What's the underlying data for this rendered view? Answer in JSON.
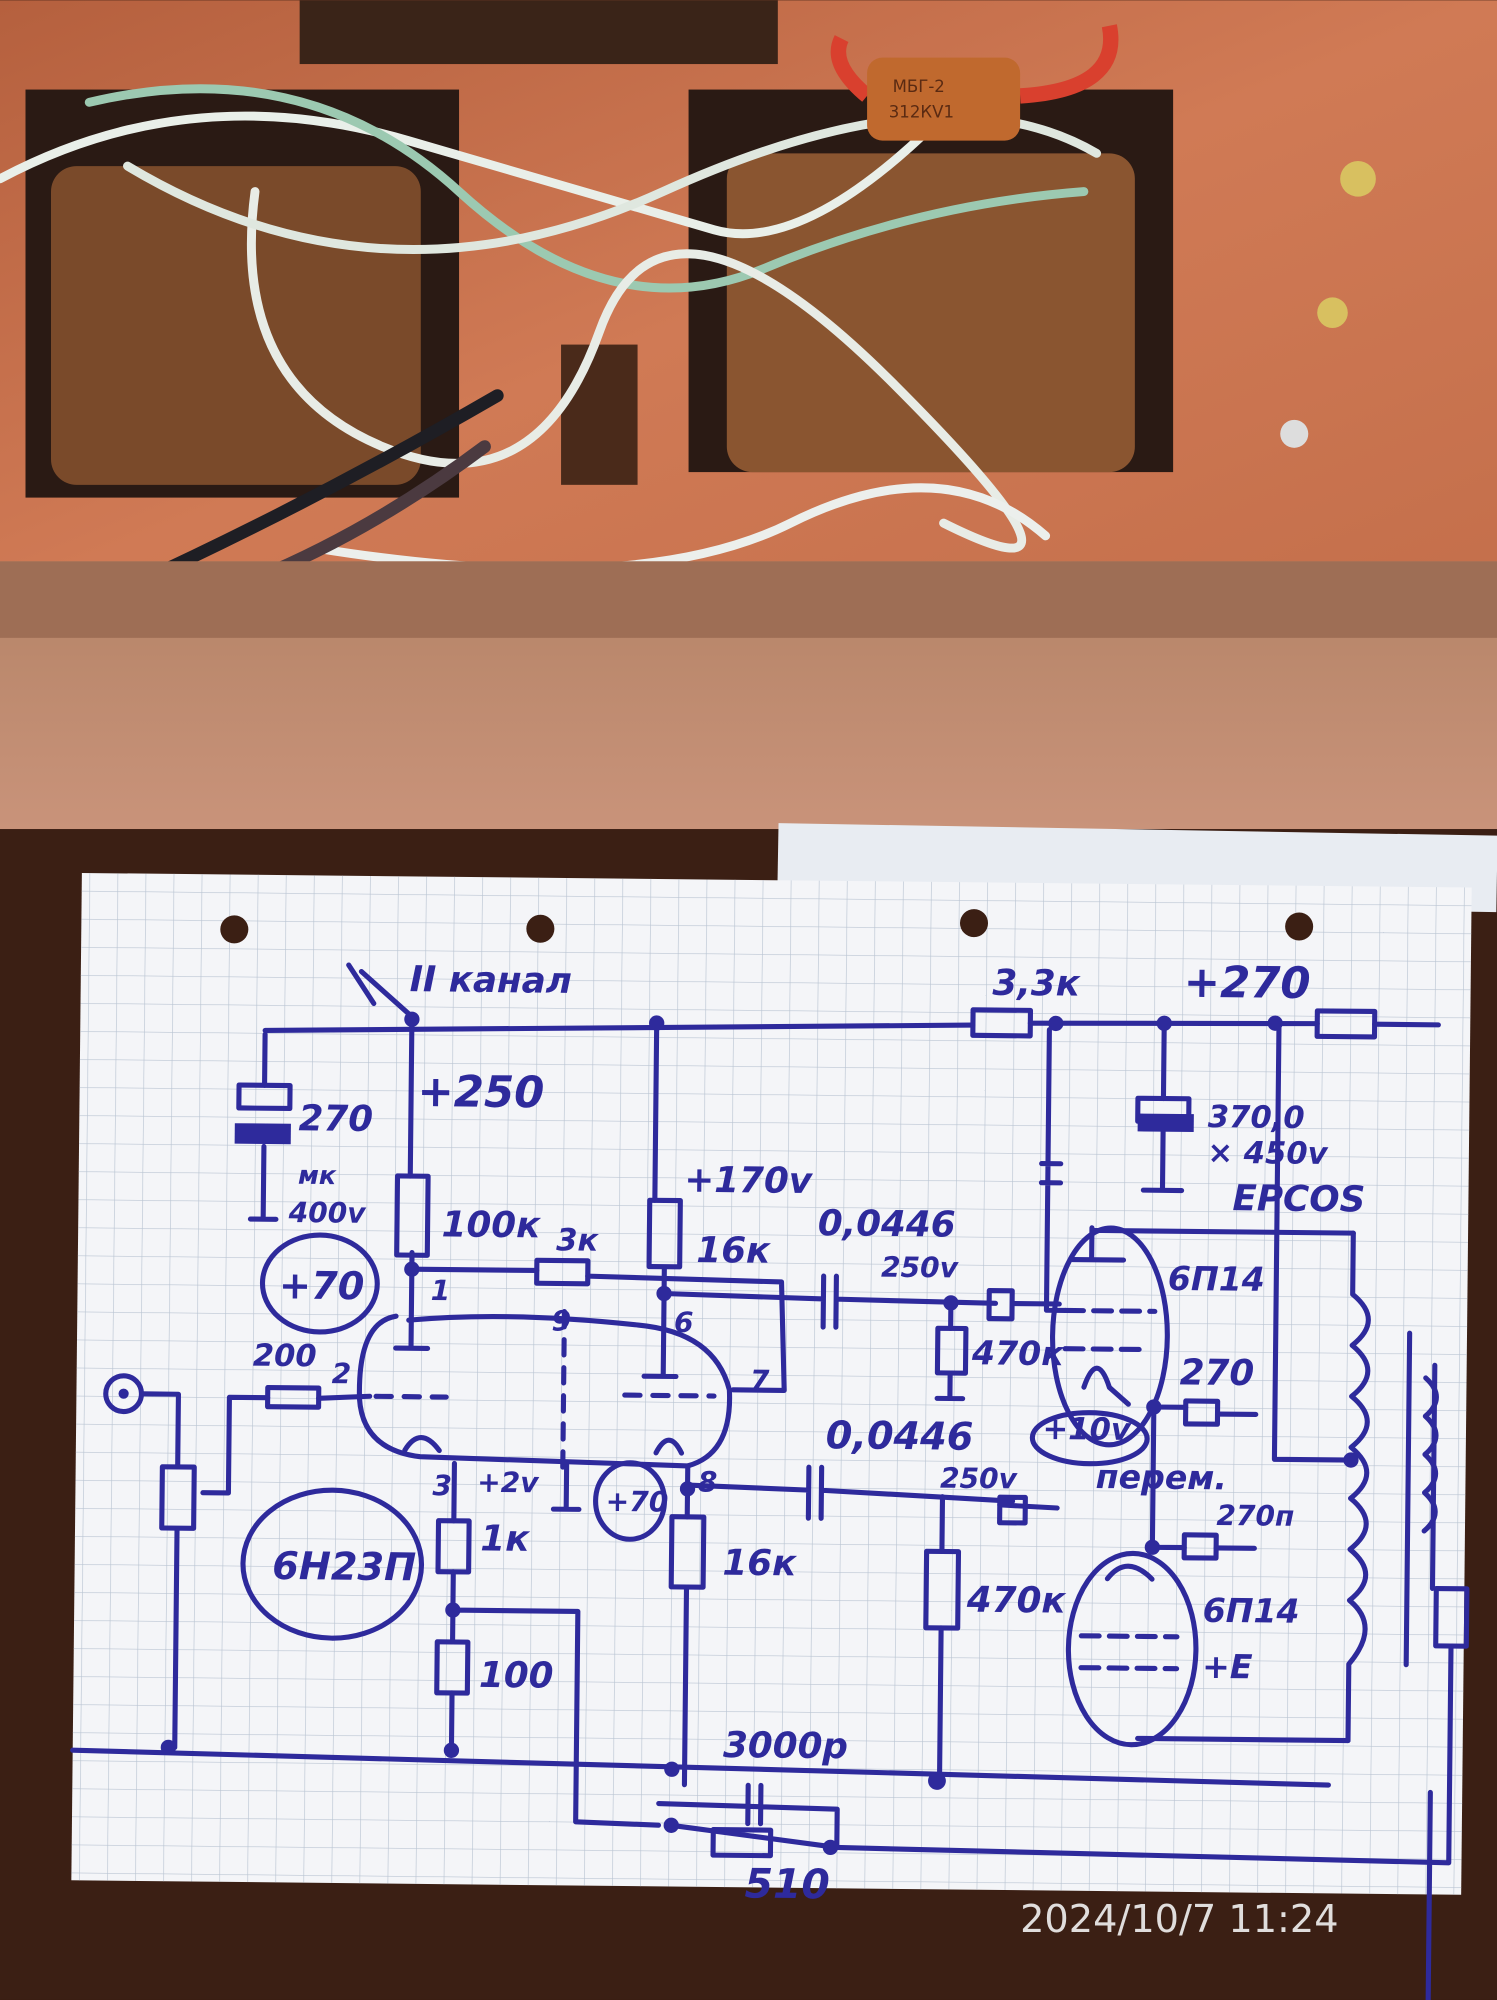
{
  "photo": {
    "timestamp": "2024/10/7  11:24",
    "capacitor_marking": [
      "МБГ-2",
      "312КV1"
    ]
  },
  "schematic": {
    "channel_label": "II канал",
    "supply_labels": {
      "left_rail": "+250",
      "right_rail": "+270",
      "stage1_anode": "+170v",
      "cathode_mid": "+2v",
      "output_cathode": "+10v"
    },
    "tube_labels": {
      "driver": "6Н23П",
      "output_top": "6П14",
      "output_bottom": "6П14",
      "output_bottom_note": "+E"
    },
    "circled_voltages": [
      "+70",
      "+70"
    ],
    "pin_labels": [
      "1",
      "2",
      "3",
      "6",
      "7",
      "8",
      "9"
    ],
    "components": {
      "filter_cap_left": "270",
      "filter_cap_left_unit": "мк",
      "filter_cap_left_voltage": "400v",
      "anode_res_1": "100к",
      "grid_res_3k": "3к",
      "anode_res_2": "16к",
      "coupling_cap_1": "0,0446",
      "coupling_cap_1_voltage": "250v",
      "grid_leak_1": "470к",
      "rail_res": "3,3к",
      "main_cap": "370,0",
      "main_cap_voltage": "× 450v",
      "main_cap_brand": "EPCOS",
      "cathode_res_top": "270",
      "trim_label": "перем.",
      "coupling_cap_2": "0,0446",
      "coupling_cap_2_voltage": "250v",
      "cathode_res_bottom": "270п",
      "grid_leak_2": "470к",
      "cathode_res_1k": "1к",
      "cathode_res_100": "100",
      "cathode_res_16k": "16к",
      "input_res": "200",
      "feedback_cap": "3000р",
      "feedback_res": "510"
    }
  }
}
